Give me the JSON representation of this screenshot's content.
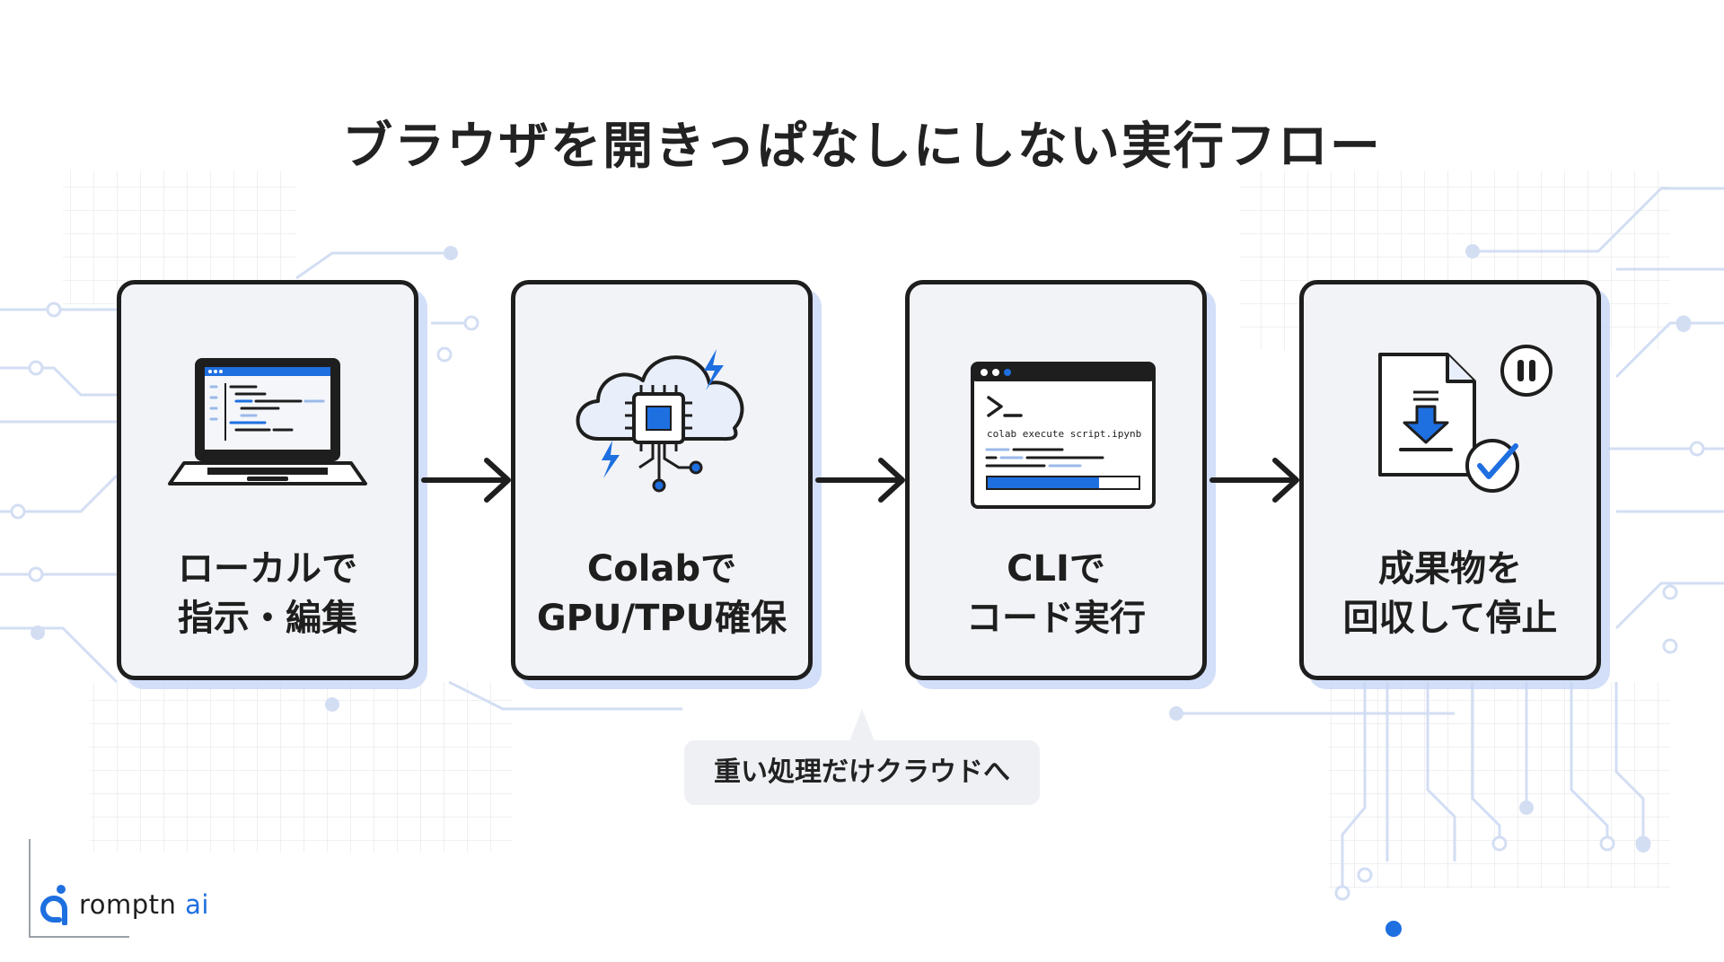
{
  "title": "ブラウザを開きっぱなしにしない実行フロー",
  "steps": [
    {
      "line1": "ローカルで",
      "line2": "指示・編集",
      "icon": "laptop-code-icon"
    },
    {
      "line1": "Colabで",
      "line2": "GPU/TPU確保",
      "icon": "cloud-chip-icon"
    },
    {
      "line1": "CLIで",
      "line2": "コード実行",
      "icon": "terminal-window-icon"
    },
    {
      "line1": "成果物を",
      "line2": "回収して停止",
      "icon": "download-document-icon"
    }
  ],
  "terminal": {
    "command": "colab execute script.ipynb",
    "progress": 0.74
  },
  "callout": "重い処理だけクラウドへ",
  "brand": {
    "name": "romptn",
    "suffix": "ai"
  },
  "colors": {
    "accent": "#1e6fe0",
    "outline": "#1e1e1e",
    "card_bg": "#f2f3f6",
    "circuit": "#d3def3"
  }
}
